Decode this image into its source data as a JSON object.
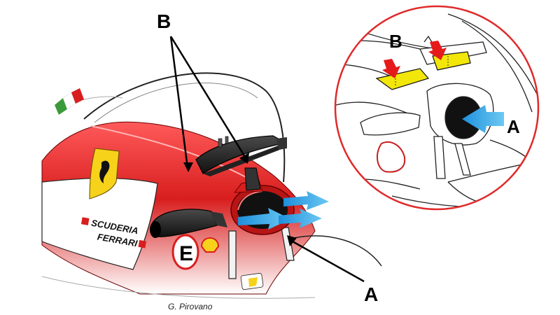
{
  "labels": {
    "main_b": "B",
    "main_a": "A",
    "inset_b": "B",
    "inset_a": "A"
  },
  "credit": "G. Pirovano",
  "sponsor": {
    "line1": "SCUDERIA",
    "line2": "FERRARI",
    "race_number": "E"
  },
  "colors": {
    "ferrari_red": "#d81e1e",
    "inset_ring": "#e02a2a",
    "airflow_blue": "#2aa5e6",
    "highlight_yellow": "#f2e60a",
    "arrow_red": "#e51b1b",
    "outline": "#111111"
  },
  "icons": [
    "ferrari-prancing-horse-logo",
    "shell-logo",
    "italian-flag-stripes"
  ]
}
